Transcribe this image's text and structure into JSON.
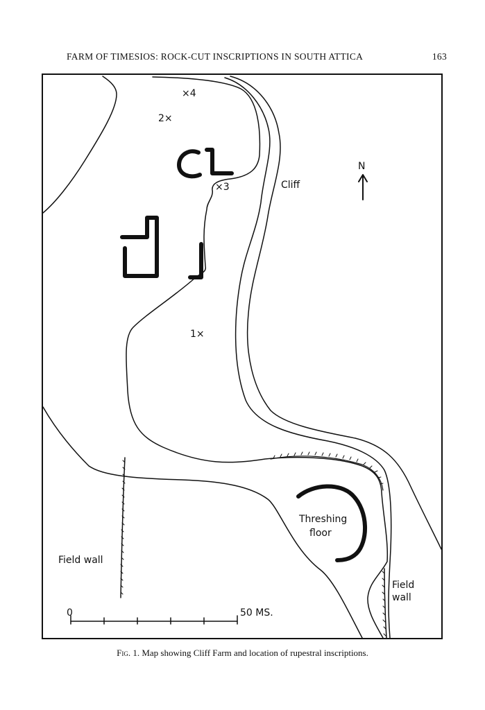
{
  "header": {
    "running_title": "FARM OF TIMESIOS: ROCK-CUT INSCRIPTIONS IN SOUTH ATTICA",
    "page_number": "163"
  },
  "map": {
    "north_label": "N",
    "cliff_label": "Cliff",
    "threshing_label_line1": "Threshing",
    "threshing_label_line2": "floor",
    "field_wall_left": "Field wall",
    "field_wall_right_line1": "Field",
    "field_wall_right_line2": "wall",
    "inscription_markers": [
      {
        "num": "4",
        "text": "×4"
      },
      {
        "num": "2",
        "text": "2×"
      },
      {
        "num": "3",
        "text": "×3"
      },
      {
        "num": "1",
        "text": "1×"
      }
    ],
    "scale_bar": {
      "start_label": "0",
      "end_label": "50 MS."
    }
  },
  "caption": {
    "prefix": "Fig. 1.",
    "text": "Map showing Cliff Farm and location of rupestral inscriptions."
  },
  "colors": {
    "ink": "#111111",
    "paper": "#ffffff"
  }
}
